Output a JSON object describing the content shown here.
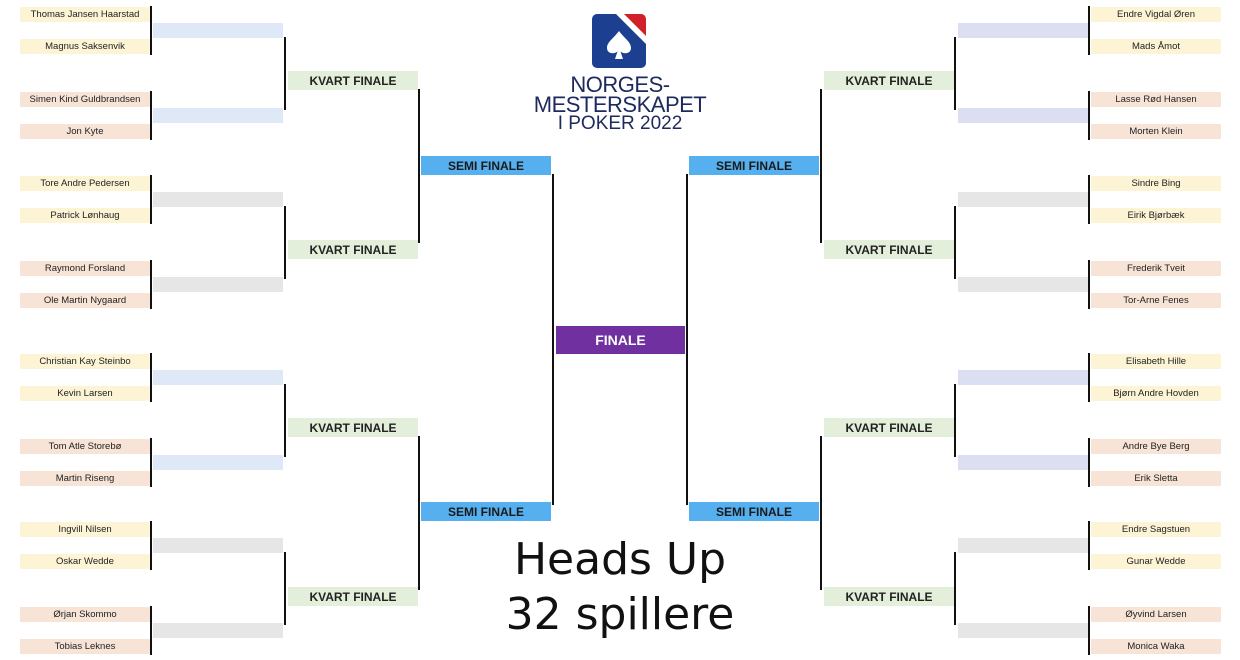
{
  "logo": {
    "line1": "NORGES-",
    "line2": "MESTERSKAPET",
    "line3": "I POKER 2022",
    "colors": {
      "navy": "#1d3f8f",
      "red": "#d0202a",
      "white": "#ffffff"
    }
  },
  "heading": {
    "line1": "Heads Up",
    "line2": "32 spillere"
  },
  "labels": {
    "quarter": "KVART FINALE",
    "semi": "SEMI FINALE",
    "final": "FINALE"
  },
  "colors": {
    "yellow": "#fdf4d6",
    "peach": "#f7e4d7",
    "slot_blue": "#dfe8f6",
    "slot_lavender": "#dcdff2",
    "slot_gray": "#e6e6e6",
    "quarter_bg": "#e3efda",
    "semi_bg": "#56b0ef",
    "final_bg": "#7030a0"
  },
  "left_players": [
    "Thomas Jansen Haarstad",
    "Magnus Saksenvik",
    "Simen Kind Guldbrandsen",
    "Jon Kyte",
    "Tore Andre Pedersen",
    "Patrick Lønhaug",
    "Raymond Forsland",
    "Ole Martin Nygaard",
    "Christian Kay Steinbo",
    "Kevin Larsen",
    "Tom Atle Storebø",
    "Martin Riseng",
    "Ingvill Nilsen",
    "Oskar Wedde",
    "Ørjan Skommo",
    "Tobias Leknes"
  ],
  "right_players": [
    "Endre Vigdal Øren",
    "Mads Åmot",
    "Lasse Rød Hansen",
    "Morten Klein",
    "Sindre Bing",
    "Eirik Bjørbæk",
    "Frederik Tveit",
    "Tor-Arne Fenes",
    "Elisabeth Hille",
    "Bjørn Andre Hovden",
    "Andre Bye Berg",
    "Erik Sletta",
    "Endre Sagstuen",
    "Gunar Wedde",
    "Øyvind Larsen",
    "Monica Waka"
  ]
}
